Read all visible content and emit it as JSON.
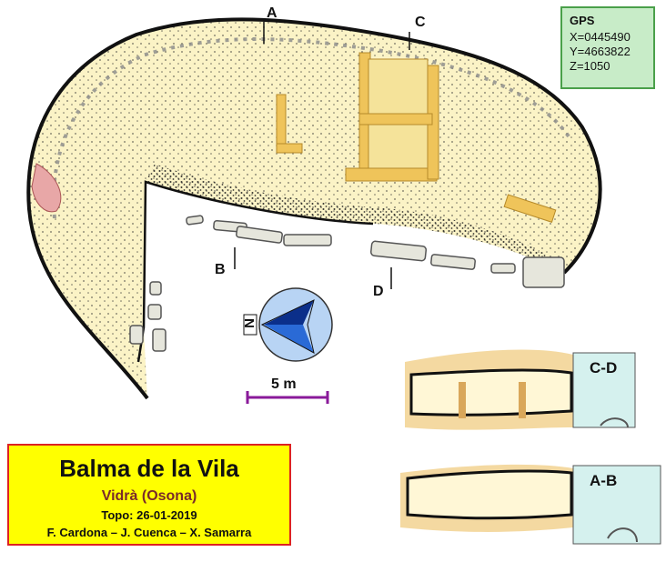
{
  "map": {
    "gps": {
      "title": "GPS",
      "x": "X=0445490",
      "y": "Y=4663822",
      "z": "Z=1050"
    },
    "title_block": {
      "name": "Balma de la Vila",
      "location": "Vidrà  (Osona)",
      "topo": "Topo: 26-01-2019",
      "authors": "F. Cardona – J. Cuenca – X. Samarra"
    },
    "section_markers": {
      "a": "A",
      "b": "B",
      "c": "C",
      "d": "D"
    },
    "north_label": "N",
    "scale_label": "5 m",
    "sections": {
      "cd": "C-D",
      "ab": "A-B"
    },
    "colors": {
      "floor": "#fbf3c6",
      "sediment": "#f1d08a",
      "walls": "#efc45a",
      "rock_outline": "#111111",
      "water": "#d5f1ee",
      "compass": "#2255cc",
      "scale_bar": "#8a1a9a"
    }
  }
}
